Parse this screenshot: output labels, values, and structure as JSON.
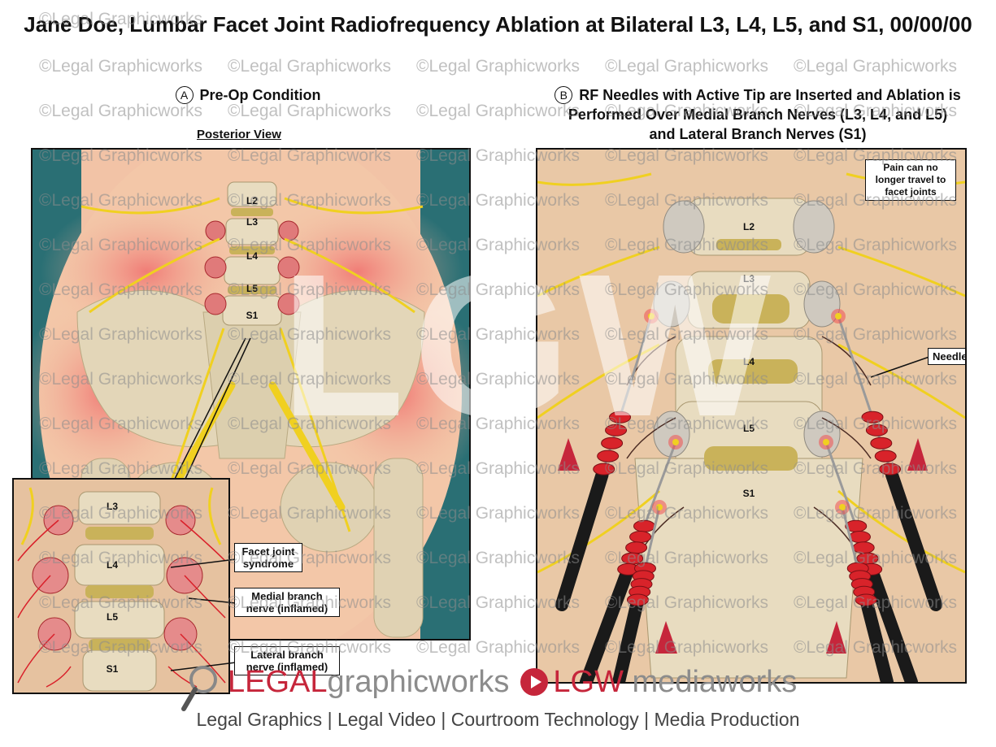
{
  "title": "Jane Doe, Lumbar Facet Joint Radiofrequency Ablation at Bilateral L3, L4, L5, and S1, 00/00/00",
  "panel_a": {
    "letter": "A",
    "heading": "Pre-Op Condition",
    "subheading": "Posterior View",
    "vertebrae": [
      "L2",
      "L3",
      "L4",
      "L5",
      "S1"
    ],
    "inset": {
      "vertebrae": [
        "L3",
        "L4",
        "L5",
        "S1"
      ],
      "callouts": {
        "facet": "Facet joint syndrome",
        "medial": "Medial branch nerve (inflamed)",
        "lateral": "Lateral branch nerve (inflamed)"
      }
    }
  },
  "panel_b": {
    "letter": "B",
    "heading": "RF Needles with Active Tip are Inserted and Ablation is Performed Over Medial Branch Nerves (L3, L4, and L5) and Lateral Branch Nerves (S1)",
    "vertebrae": [
      "L2",
      "L3",
      "L4",
      "L5",
      "S1"
    ],
    "callouts": {
      "pain": "Pain can no longer travel to facet joints",
      "needle": "Needle"
    }
  },
  "watermark_text": "©Legal Graphicworks",
  "big_watermark": "LGW",
  "footer": {
    "brand_legal": "LEGAL",
    "brand_graphicworks": "graphicworks",
    "brand_lgw": "LGW",
    "brand_mediaworks": "mediaworks",
    "tagline": "Legal Graphics | Legal Video | Courtroom Technology | Media Production"
  },
  "colors": {
    "nerve": "#f0d020",
    "inflamed": "#d9202a",
    "bone": "#e8dcc0",
    "disc": "#c9b25a",
    "needle_red": "#d8232a",
    "handle": "#1a1a1a",
    "brand_red": "#c6263b"
  }
}
